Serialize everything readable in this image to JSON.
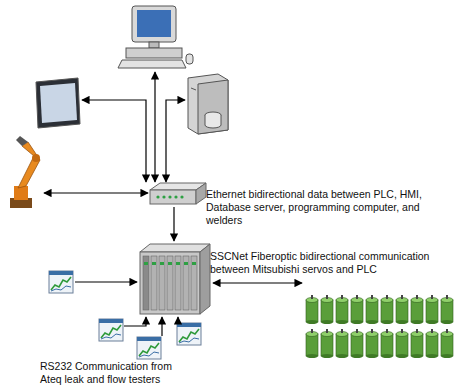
{
  "diagram": {
    "labels": [
      "Ethernet bidirectional data between PLC, HMI, Database server, programming computer, and welders",
      "SSCNet Fiberoptic bidirectional communication between Mitsubishi servos and PLC",
      "RS232 Communication from Ateq leak and flow testers"
    ]
  }
}
